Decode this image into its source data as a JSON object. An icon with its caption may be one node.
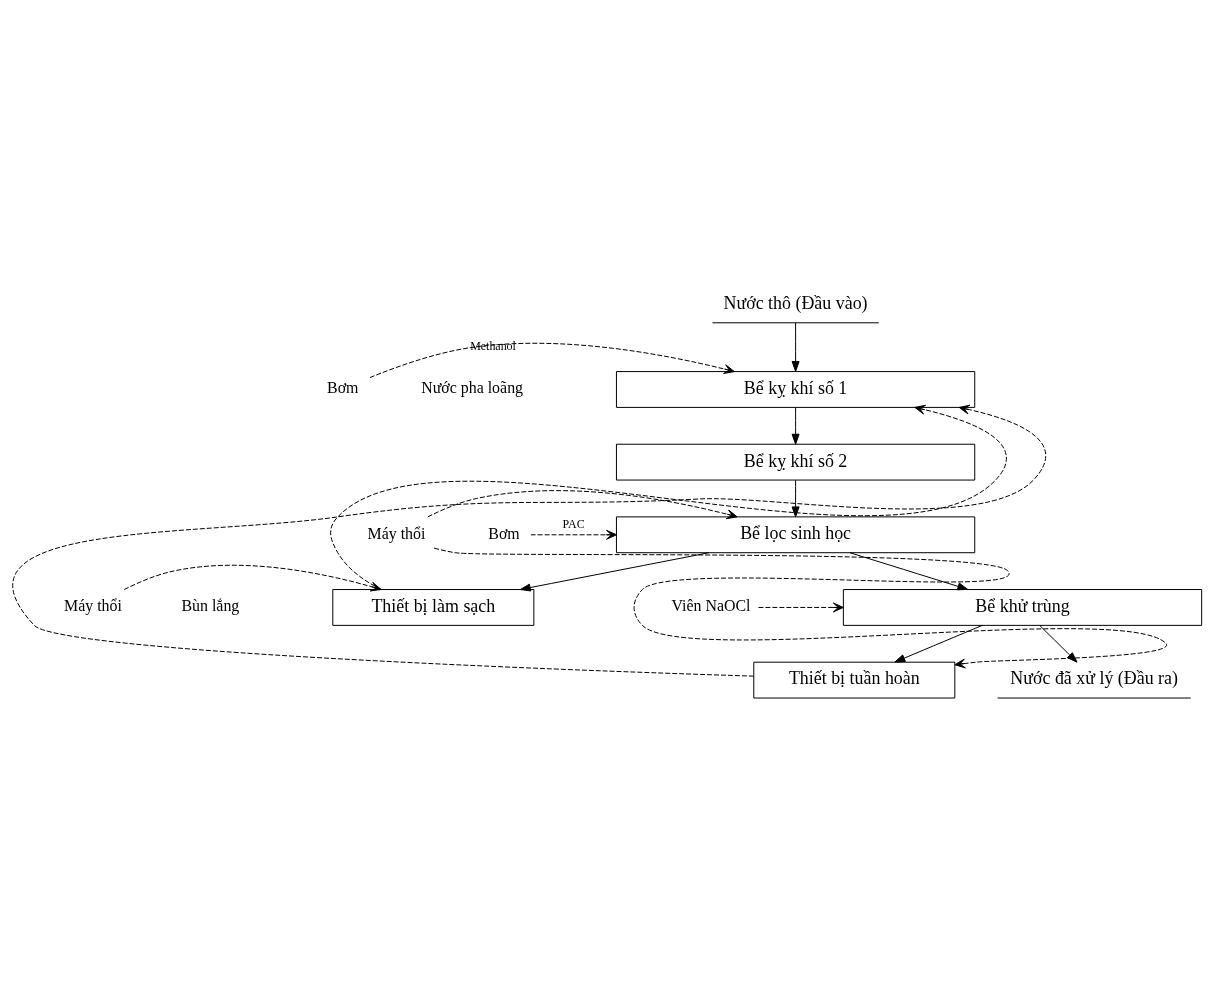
{
  "diagram": {
    "nodes": [
      {
        "text": [
          "Nước thô (Đầu vào)"
        ]
      },
      {
        "text": [
          "Bể kỵ khí số 1"
        ]
      },
      {
        "text": [
          "Bể kỵ khí số 2"
        ]
      },
      {
        "text": [
          "Bể lọc sinh học"
        ]
      },
      {
        "text": [
          "Thiết bị làm sạch"
        ]
      },
      {
        "text": [
          "Bể khử trùng"
        ]
      },
      {
        "text": [
          "Thiết bị tuần hoàn"
        ]
      },
      {
        "text": [
          "Nước đã xử lý (Đầu ra)"
        ]
      },
      {
        "text": [
          "Bơm"
        ]
      },
      {
        "text": [
          "Bơm"
        ]
      },
      {
        "text": [
          "Máy thổi"
        ]
      },
      {
        "text": [
          "Máy thổi"
        ]
      },
      {
        "text": [
          "Viên NaOCl"
        ]
      }
    ],
    "edges": [
      {
        "from": 0,
        "to": 1,
        "arrow": "to"
      },
      {
        "from": 1,
        "to": 2,
        "arrow": "to"
      },
      {
        "from": 2,
        "to": 3,
        "arrow": "to"
      },
      {
        "from": 3,
        "to": 4,
        "arrow": "to"
      },
      {
        "from": 3,
        "to": 5,
        "arrow": "to"
      },
      {
        "from": 5,
        "to": 6,
        "arrow": "to"
      },
      {
        "from": 5,
        "to": 7,
        "arrow": "to"
      },
      {
        "from": 8,
        "to": 1,
        "arrow": "to",
        "label": "Methanol",
        "style": "dashed"
      },
      {
        "from": 9,
        "to": 3,
        "arrow": "to",
        "label": "PAC",
        "style": "dashed"
      },
      {
        "from": 10,
        "to": 3,
        "arrow": "to",
        "style": "dashed"
      },
      {
        "from": 11,
        "to": 4,
        "arrow": "to",
        "style": "dashed"
      },
      {
        "from": 12,
        "to": 5,
        "arrow": "to",
        "style": "dashed"
      },
      {
        "from": 10,
        "to": 6,
        "arrow": "to",
        "style": "dashed"
      },
      {
        "from": 4,
        "to": 1,
        "arrow": "to",
        "style": "dashed"
      },
      {
        "from": 6,
        "to": 1,
        "arrow": "to",
        "style": "dashed"
      }
    ],
    "labels": [
      "Nước pha loãng",
      "Bùn lắng"
    ]
  }
}
